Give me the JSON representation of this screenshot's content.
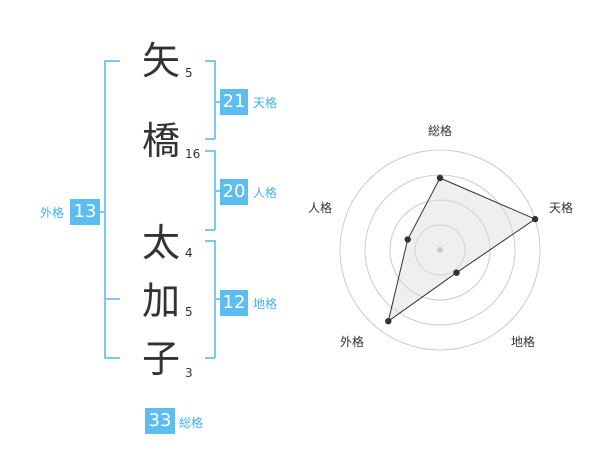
{
  "name": {
    "chars": [
      {
        "char": "矢",
        "strokes": "5"
      },
      {
        "char": "橋",
        "strokes": "16"
      },
      {
        "char": "太",
        "strokes": "4"
      },
      {
        "char": "加",
        "strokes": "5"
      },
      {
        "char": "子",
        "strokes": "3"
      }
    ]
  },
  "fortunes": {
    "tenkaku": {
      "value": "21",
      "label": "天格"
    },
    "jinkaku": {
      "value": "20",
      "label": "人格"
    },
    "chikaku": {
      "value": "12",
      "label": "地格"
    },
    "gaikaku": {
      "value": "13",
      "label": "外格"
    },
    "soukaku": {
      "value": "33",
      "label": "総格"
    }
  },
  "colors": {
    "accent": "#5bbdf0",
    "bracket": "#7cc8ee",
    "label": "#3fb2ec"
  },
  "chart_data": {
    "type": "radar",
    "axes": [
      "総格",
      "天格",
      "地格",
      "外格",
      "人格"
    ],
    "values": [
      0.72,
      1.0,
      0.28,
      0.88,
      0.34
    ],
    "range": [
      0,
      1
    ],
    "rings": 4
  }
}
